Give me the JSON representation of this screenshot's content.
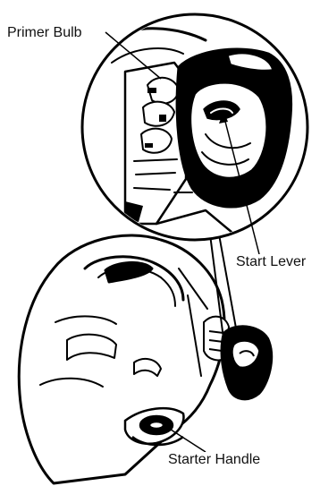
{
  "figure": {
    "labels": {
      "primer_bulb": "Primer Bulb",
      "start_lever": "Start Lever",
      "starter_handle": "Starter Handle"
    }
  }
}
